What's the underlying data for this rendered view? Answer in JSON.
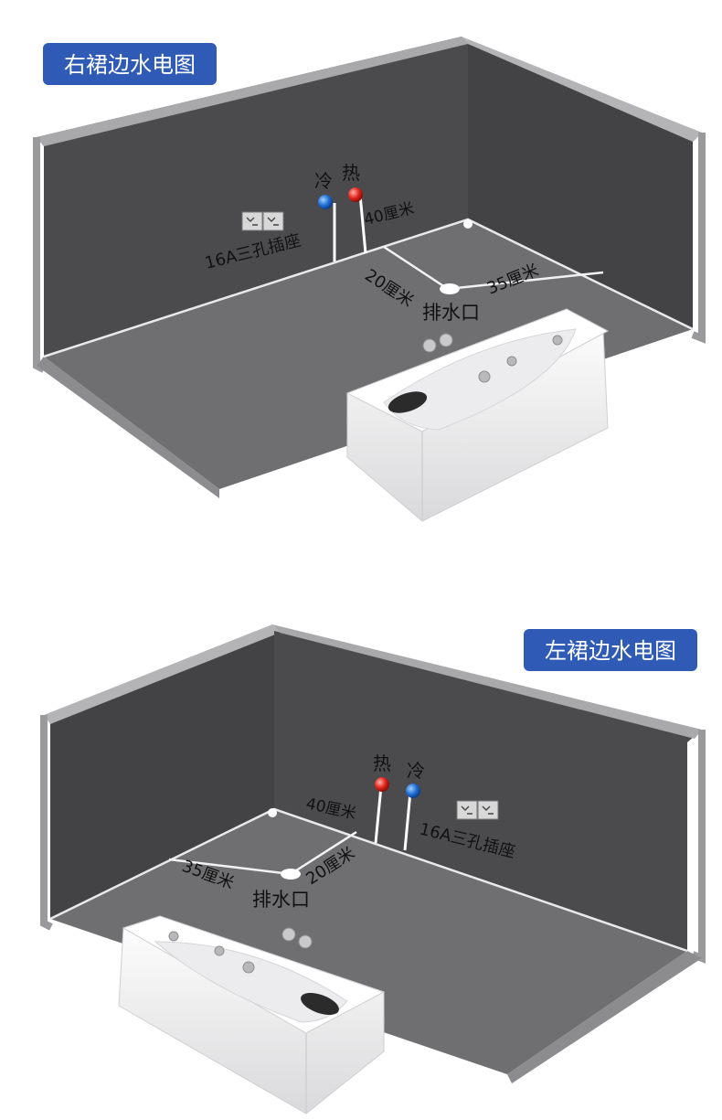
{
  "panels": {
    "right": {
      "title": "右裙边水电图",
      "cold_label": "冷",
      "hot_label": "热",
      "hot_height": "40厘米",
      "drain_wall_distance": "20厘米",
      "drain_side_distance": "35厘米",
      "drain_label": "排水口",
      "socket_label": "16A三孔插座"
    },
    "left": {
      "title": "左裙边水电图",
      "cold_label": "冷",
      "hot_label": "热",
      "hot_height": "40厘米",
      "drain_wall_distance": "20厘米",
      "drain_side_distance": "35厘米",
      "drain_label": "排水口",
      "socket_label": "16A三孔插座"
    }
  },
  "colors": {
    "badge": "#2f5bb7",
    "wall": "#4b4b4d",
    "floor": "#6f6f71",
    "wall_edge": "#a9a9ab",
    "cold": "#1f6fd6",
    "hot": "#e0241c",
    "tub": "#f4f4f4"
  }
}
